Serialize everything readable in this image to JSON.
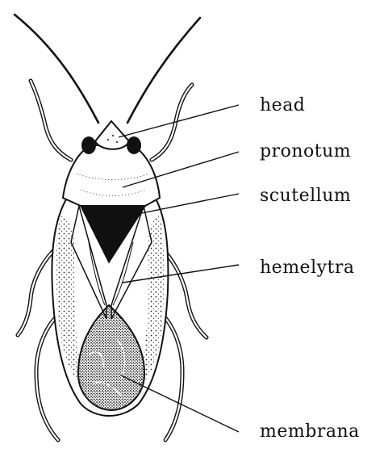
{
  "labels": {
    "head": "head",
    "pronotum": "pronotum",
    "scutellum": "scutellum",
    "hemelytra": "hemelytra",
    "membrana": "membrana"
  },
  "colors": {
    "ink": "#111111",
    "paper": "#ffffff"
  }
}
